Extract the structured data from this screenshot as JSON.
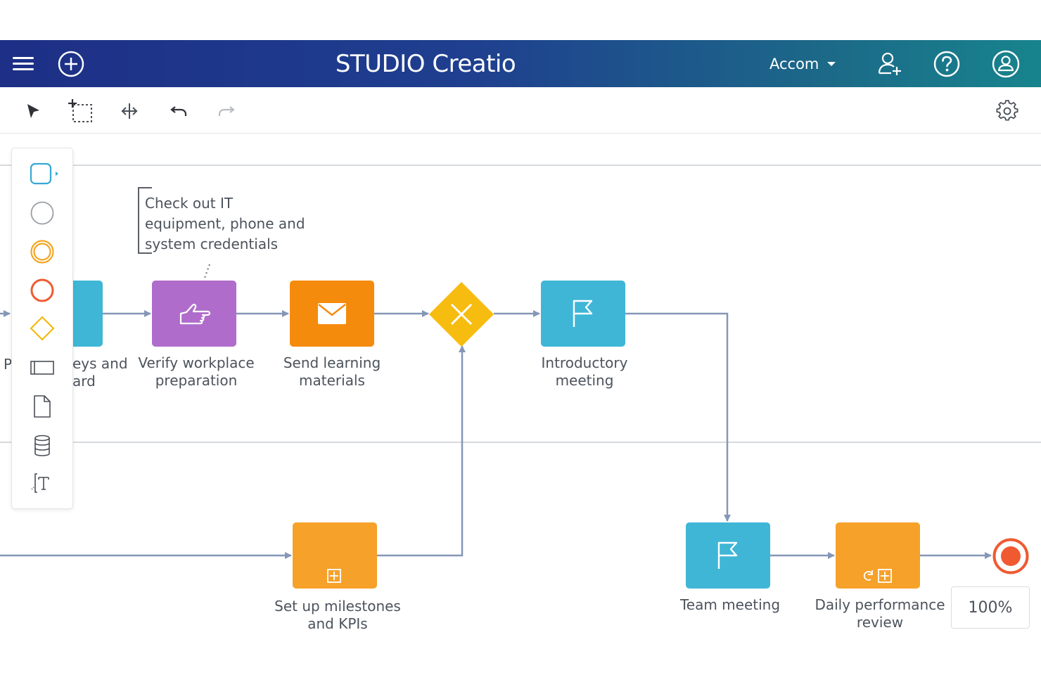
{
  "header": {
    "brand": "STUDIO Creatio",
    "workspace_label": "Accom",
    "colors": {
      "gradient_start": "#1d2f86",
      "gradient_end": "#17848d"
    },
    "icons": [
      "menu-icon",
      "add-circle-icon",
      "add-user-icon",
      "help-icon",
      "user-profile-icon"
    ]
  },
  "toolbar": {
    "tools": [
      "pointer-icon",
      "lasso-select-icon",
      "pan-icon",
      "undo-icon",
      "redo-icon"
    ],
    "settings_icon": "gear-icon"
  },
  "palette": {
    "items": [
      "task-icon",
      "start-event-icon",
      "intermediate-event-icon",
      "end-event-icon",
      "gateway-icon",
      "pool-icon",
      "data-object-icon",
      "data-store-icon",
      "annotation-icon"
    ]
  },
  "diagram": {
    "annotation": {
      "lines": [
        "Check out IT",
        "equipment, phone and",
        "system credentials"
      ]
    },
    "partial_left_label": "P",
    "partial_task": {
      "lines": [
        "eys and",
        "ard"
      ]
    },
    "nodes": [
      {
        "id": "verify",
        "lines": [
          "Verify workplace",
          "preparation"
        ],
        "color": "#b06ccb",
        "icon": "manual-task-hand-icon"
      },
      {
        "id": "send",
        "lines": [
          "Send learning",
          "materials"
        ],
        "color": "#f58b0c",
        "icon": "email-icon"
      },
      {
        "id": "gateway",
        "color": "#f7bc10",
        "icon": "exclusive-gateway-x-icon"
      },
      {
        "id": "intro",
        "lines": [
          "Introductory",
          "meeting"
        ],
        "color": "#3fb6d6",
        "icon": "flag-icon"
      },
      {
        "id": "milestones",
        "lines": [
          "Set up milestones",
          "and KPIs"
        ],
        "color": "#f6a12a",
        "icon": "subprocess-icon"
      },
      {
        "id": "team",
        "lines": [
          "Team meeting"
        ],
        "color": "#3fb6d6",
        "icon": "flag-icon"
      },
      {
        "id": "daily",
        "lines": [
          "Daily performance",
          "review"
        ],
        "color": "#f6a12a",
        "icon": "loop-subprocess-icon"
      },
      {
        "id": "end",
        "color": "#f05a31",
        "icon": "end-event-icon"
      }
    ]
  },
  "zoom": {
    "level": "100%"
  }
}
